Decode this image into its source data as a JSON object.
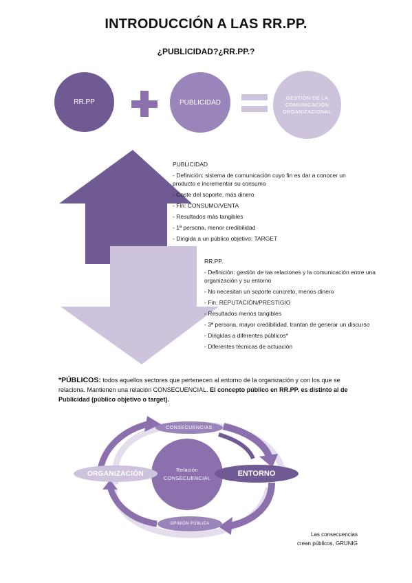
{
  "page": {
    "title": "INTRODUCCIÓN A LAS RR.PP.",
    "subtitle": "¿PUBLICIDAD?¿RR.PP.?"
  },
  "equation": {
    "left": "RR.PP",
    "right": "PUBLICIDAD",
    "result": "GESTIÓN DE LA COMUNICACIÓN ORGANIZACIONAL"
  },
  "publicidad": {
    "heading": "PUBLICIDAD",
    "items": [
      "- Definición: sistema de comunicación cuyo fin es dar a conocer un producto e incrementar su consumo",
      "- Coste del soporte, más dinero",
      "- Fin: CONSUMO/VENTA",
      "- Resultados más tangibles",
      "- 1ª persona, menor credibilidad",
      "- Dirigida a un público objetivo: TARGET"
    ]
  },
  "rrpp": {
    "heading": "RR.PP.",
    "items": [
      "- Definición: gestión de las relaciones y la comunicación entre una organización y su entorno",
      "- No necesitan un soporte concreto, menos dinero",
      "- Fin: REPUTACIÓN/PRESTIGIO",
      "- Resultados menos tangibles",
      "- 3ª persona, mayor credibilidad, trantan de generar un discurso",
      "- Dirigidas a diferentes públicos*",
      "- Diferentes técnicas de actuación"
    ]
  },
  "publicos": {
    "label": "*PÚBLICOS:",
    "text": " todos aquellos sectores que pertenecen al entorno de la organización y con los que se relaciona. Mantienen una relación CONSECUENCIAL. ",
    "bold_text": "El concepto público en RR.PP. es distinto al de Publicidad (público objetivo o target)."
  },
  "cycle": {
    "consecuencias": "CONSECUENCIAS",
    "organizacion": "ORGANIZACIÓN",
    "entorno": "ENTORNO",
    "relacion": "Relación CONSECUENCIAL",
    "opinion": "OPINIÓN PÚBLICA"
  },
  "footnote": {
    "line1": "Las consecuencias",
    "line2": "crean públicos, GRUNIG"
  },
  "colors": {
    "dark_purple": "#6f5a94",
    "medium_purple": "#8b70ad",
    "light_purple": "#9a85bb",
    "pale_purple": "#cdc3dc"
  }
}
